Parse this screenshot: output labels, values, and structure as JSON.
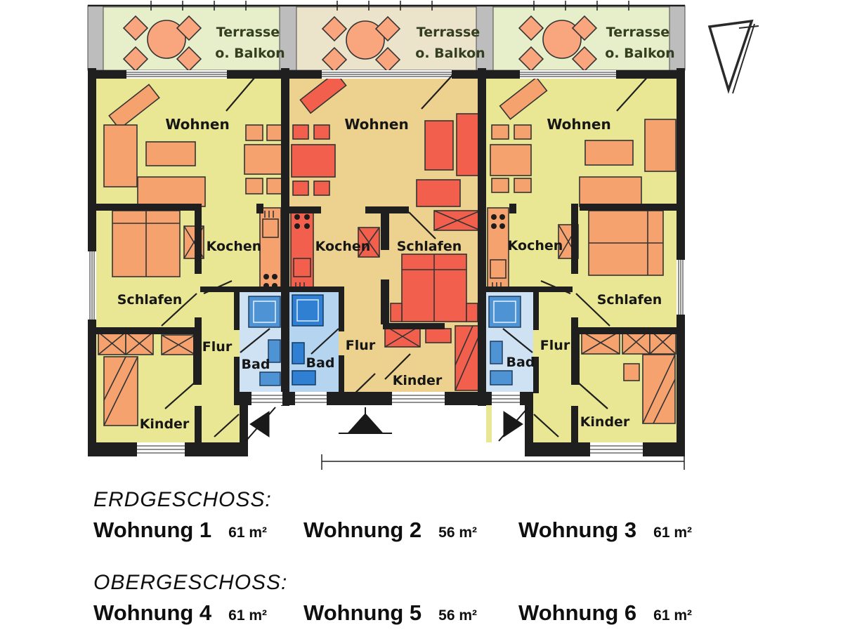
{
  "plan": {
    "terraces": [
      {
        "line1": "Terrasse",
        "line2": "o. Balkon"
      },
      {
        "line1": "Terrasse",
        "line2": "o. Balkon"
      },
      {
        "line1": "Terrasse",
        "line2": "o. Balkon"
      }
    ],
    "apartments": [
      {
        "wohnen": "Wohnen",
        "kochen": "Kochen",
        "schlafen": "Schlafen",
        "flur": "Flur",
        "bad": "Bad",
        "kinder": "Kinder"
      },
      {
        "wohnen": "Wohnen",
        "kochen": "Kochen",
        "schlafen": "Schlafen",
        "flur": "Flur",
        "bad": "Bad",
        "kinder": "Kinder"
      },
      {
        "wohnen": "Wohnen",
        "kochen": "Kochen",
        "schlafen": "Schlafen",
        "flur": "Flur",
        "bad": "Bad",
        "kinder": "Kinder"
      }
    ],
    "colors": {
      "wall": "#1f1f1f",
      "unit_side_floor": "#eae794",
      "unit_mid_floor": "#ecd28e",
      "terrace_side_floor": "#e6efca",
      "terrace_mid_floor": "#ece4ca",
      "furniture_side": "#f6a26e",
      "furniture_mid": "#f2604d",
      "terrace_furniture": "#f9a57e",
      "bath_floor_side": "#cfe2f4",
      "bath_floor_mid": "#b5d4f0",
      "fixture_blue": "#4e94d4",
      "fixture_blue_deep": "#2f80d2",
      "balcony_wall_gray": "#bdbdbd"
    }
  },
  "legend": {
    "ground_floor_title": "ERDGESCHOSS:",
    "ground_floor_units": [
      {
        "name": "Wohnung 1",
        "area": "61 m²"
      },
      {
        "name": "Wohnung 2",
        "area": "56 m²"
      },
      {
        "name": "Wohnung 3",
        "area": "61 m²"
      }
    ],
    "upper_floor_title": "OBERGESCHOSS:",
    "upper_floor_units": [
      {
        "name": "Wohnung 4",
        "area": "61 m²"
      },
      {
        "name": "Wohnung 5",
        "area": "56 m²"
      },
      {
        "name": "Wohnung 6",
        "area": "61 m²"
      }
    ]
  }
}
